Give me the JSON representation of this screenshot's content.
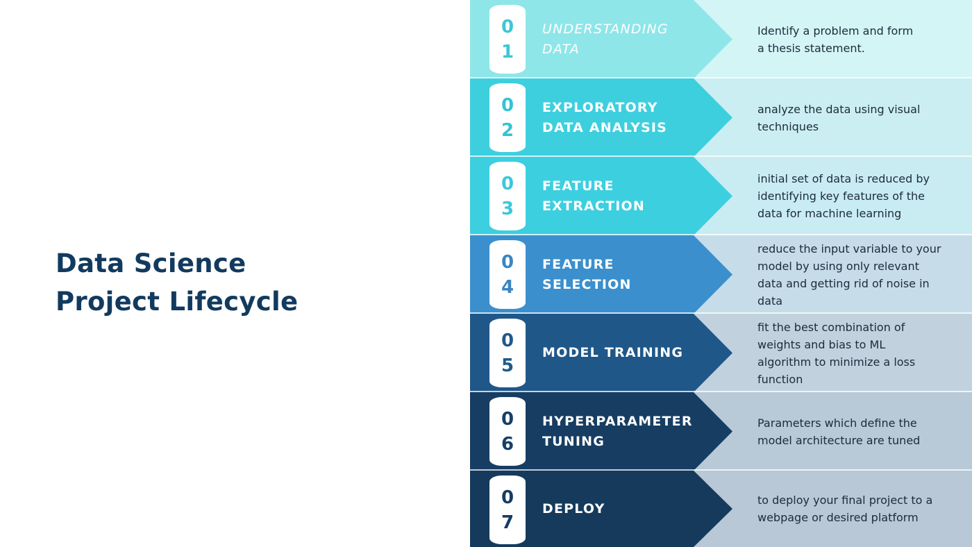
{
  "title": {
    "line1": "Data Science",
    "line2": "Project Lifecycle"
  },
  "steps": [
    {
      "d1": "0",
      "d2": "1",
      "l1": "UNDERSTANDING",
      "l2": "DATA",
      "desc": "Identify a problem and form\na thesis statement.",
      "chevron": "#8ee6e9",
      "bg": "#d3f5f6",
      "digit_color": "#3cc7d6"
    },
    {
      "d1": "0",
      "d2": "2",
      "l1": "EXPLORATORY",
      "l2": "DATA ANALYSIS",
      "desc": " analyze the data using visual\ntechniques",
      "chevron": "#3ecfdf",
      "bg": "#cbeef3",
      "digit_color": "#34c3d5"
    },
    {
      "d1": "0",
      "d2": "3",
      "l1": "FEATURE",
      "l2": "EXTRACTION",
      "desc": "initial set of data is reduced by\nidentifying key features of the\ndata for machine learning",
      "chevron": "#3ccfe0",
      "bg": "#c9ecf3",
      "digit_color": "#3ac8da"
    },
    {
      "d1": "0",
      "d2": "4",
      "l1": "FEATURE",
      "l2": "SELECTION",
      "desc": "reduce the input variable to your\nmodel by using only relevant\ndata and getting rid of noise in\ndata",
      "chevron": "#3b8fcc",
      "bg": "#c6dce9",
      "digit_color": "#3a86c2"
    },
    {
      "d1": "0",
      "d2": "5",
      "l1": "MODEL TRAINING",
      "l2": "",
      "desc": "fit the best combination of\nweights and bias to ML\nalgorithm to minimize a loss\nfunction",
      "chevron": "#1f5789",
      "bg": "#c1d2de",
      "digit_color": "#1f5a8a"
    },
    {
      "d1": "0",
      "d2": "6",
      "l1": "HYPERPARAMETER",
      "l2": "TUNING",
      "desc": " Parameters which define the\nmodel architecture are tuned",
      "chevron": "#173d62",
      "bg": "#b8c9d7",
      "digit_color": "#173f66"
    },
    {
      "d1": "0",
      "d2": "7",
      "l1": "DEPLOY",
      "l2": "",
      "desc": "to deploy your final project to a\nwebpage or desired platform",
      "chevron": "#153a5b",
      "bg": "#b9c8d6",
      "digit_color": "#163d61"
    }
  ]
}
